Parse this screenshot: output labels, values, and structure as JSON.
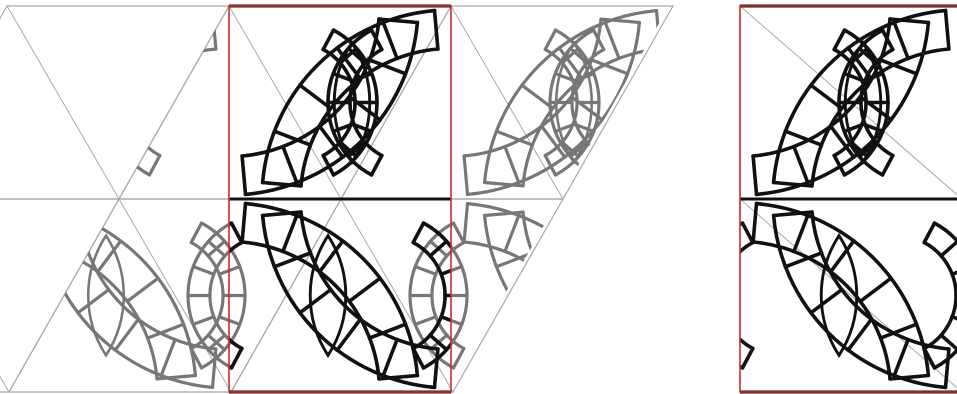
{
  "figure": {
    "colors": {
      "background": "#ffffff",
      "tile_outline": "#a9a9a9",
      "lead_dark": "#111111",
      "lead_faded": "#777777",
      "unit_cell_frame": "#cc2b2b"
    },
    "panels": [
      {
        "id": "tiled-lattice",
        "description_kind": "rhombic lattice with highlighted rectangular unit cell",
        "rows": 2,
        "rhombi_per_row": 2,
        "highlighted_cell": "rectangle"
      },
      {
        "id": "unit-cell",
        "description_kind": "extracted rectangular unit cell",
        "rows": 2,
        "highlighted_cell": "rectangle"
      }
    ]
  }
}
